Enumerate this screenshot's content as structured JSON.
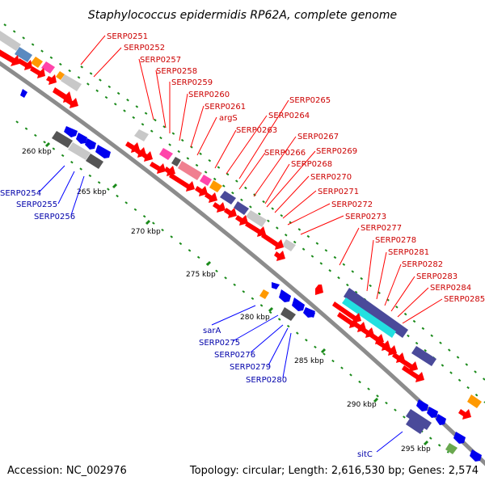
{
  "title": "Staphylococcus epidermidis RP62A, complete genome",
  "footer": {
    "accession": "Accession: NC_002976",
    "summary": "Topology: circular; Length: 2,616,530 bp; Genes: 2,574"
  },
  "colors": {
    "backbone": "#8c8c8c",
    "tick": "#1a8a1a",
    "forward_cds": "#ff0000",
    "reverse_cds": "#0000ee",
    "gene_gray": "#c8c8c8",
    "gene_dark": "#555555",
    "gene_pink": "#ff44aa",
    "gene_orange": "#ff9900",
    "gene_rose": "#f08090",
    "gene_purple": "#4a4a9a",
    "gene_cyan": "#22e0e0",
    "gene_steelblue": "#5a8ac0",
    "gene_green": "#6aa84f",
    "label_red": "#cc0000",
    "label_blue": "#0000aa"
  },
  "kbp_labels": [
    "260 kbp",
    "265 kbp",
    "270 kbp",
    "275 kbp",
    "280 kbp",
    "285 kbp",
    "290 kbp",
    "295 kbp"
  ],
  "red_labels": [
    "SERP0251",
    "SERP0252",
    "SERP0257",
    "SERP0258",
    "SERP0259",
    "SERP0260",
    "SERP0261",
    "argS",
    "SERP0263",
    "SERP0264",
    "SERP0265",
    "SERP0266",
    "SERP0267",
    "SERP0268",
    "SERP0269",
    "SERP0270",
    "SERP0271",
    "SERP0272",
    "SERP0273",
    "SERP0277",
    "SERP0278",
    "SERP0281",
    "SERP0282",
    "SERP0283",
    "SERP0284",
    "SERP0285"
  ],
  "blue_labels": [
    "SERP0254",
    "SERP0255",
    "SERP0256",
    "sarA",
    "SERP0275",
    "SERP0276",
    "SERP0279",
    "SERP0280",
    "sitC"
  ]
}
